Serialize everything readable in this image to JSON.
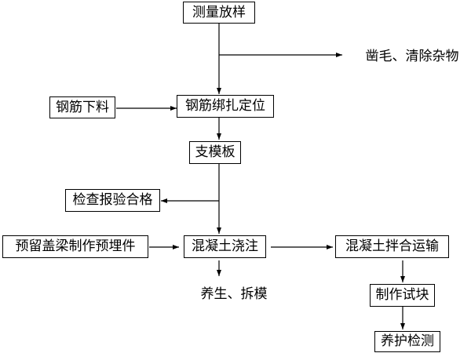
{
  "flow": {
    "measure": "测量放样",
    "chisel": "凿毛、清除杂物",
    "rebar_cut": "钢筋下料",
    "rebar_tie": "钢筋绑扎定位",
    "formwork": "支模板",
    "inspect": "检查报验合格",
    "embed": "预留盖梁制作预埋件",
    "pour": "混凝土浇注",
    "mix": "混凝土拌合运输",
    "cure": "养生、拆模",
    "specimen": "制作试块",
    "test": "养护检测"
  }
}
